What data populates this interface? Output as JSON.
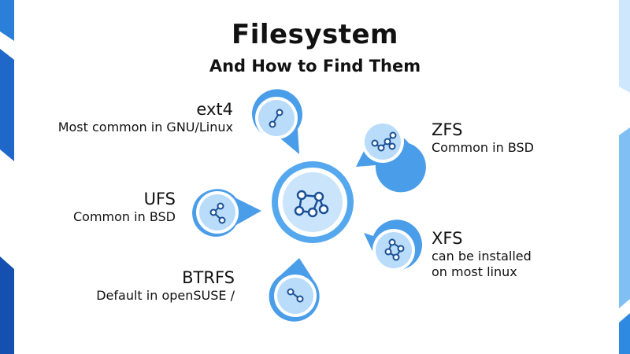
{
  "title": "Filesystem",
  "subtitle": "And How to Find Them",
  "nodes": [
    {
      "name": "ext4",
      "desc": "Most common in GNU/Linux"
    },
    {
      "name": "ZFS",
      "desc": "Common in BSD"
    },
    {
      "name": "UFS",
      "desc": "Common in BSD"
    },
    {
      "name": "XFS",
      "desc": "can be installed",
      "desc2": "on most linux"
    },
    {
      "name": "BTRFS",
      "desc": "Default in openSUSE /"
    }
  ],
  "colors": {
    "accent": "#2f8de0",
    "pin_fill": "#66b2ef",
    "pin_inner": "#ffffff",
    "icon": "#1a4f95",
    "edge_dark": "#1b63c6",
    "edge_light": "#b9dcfa"
  }
}
